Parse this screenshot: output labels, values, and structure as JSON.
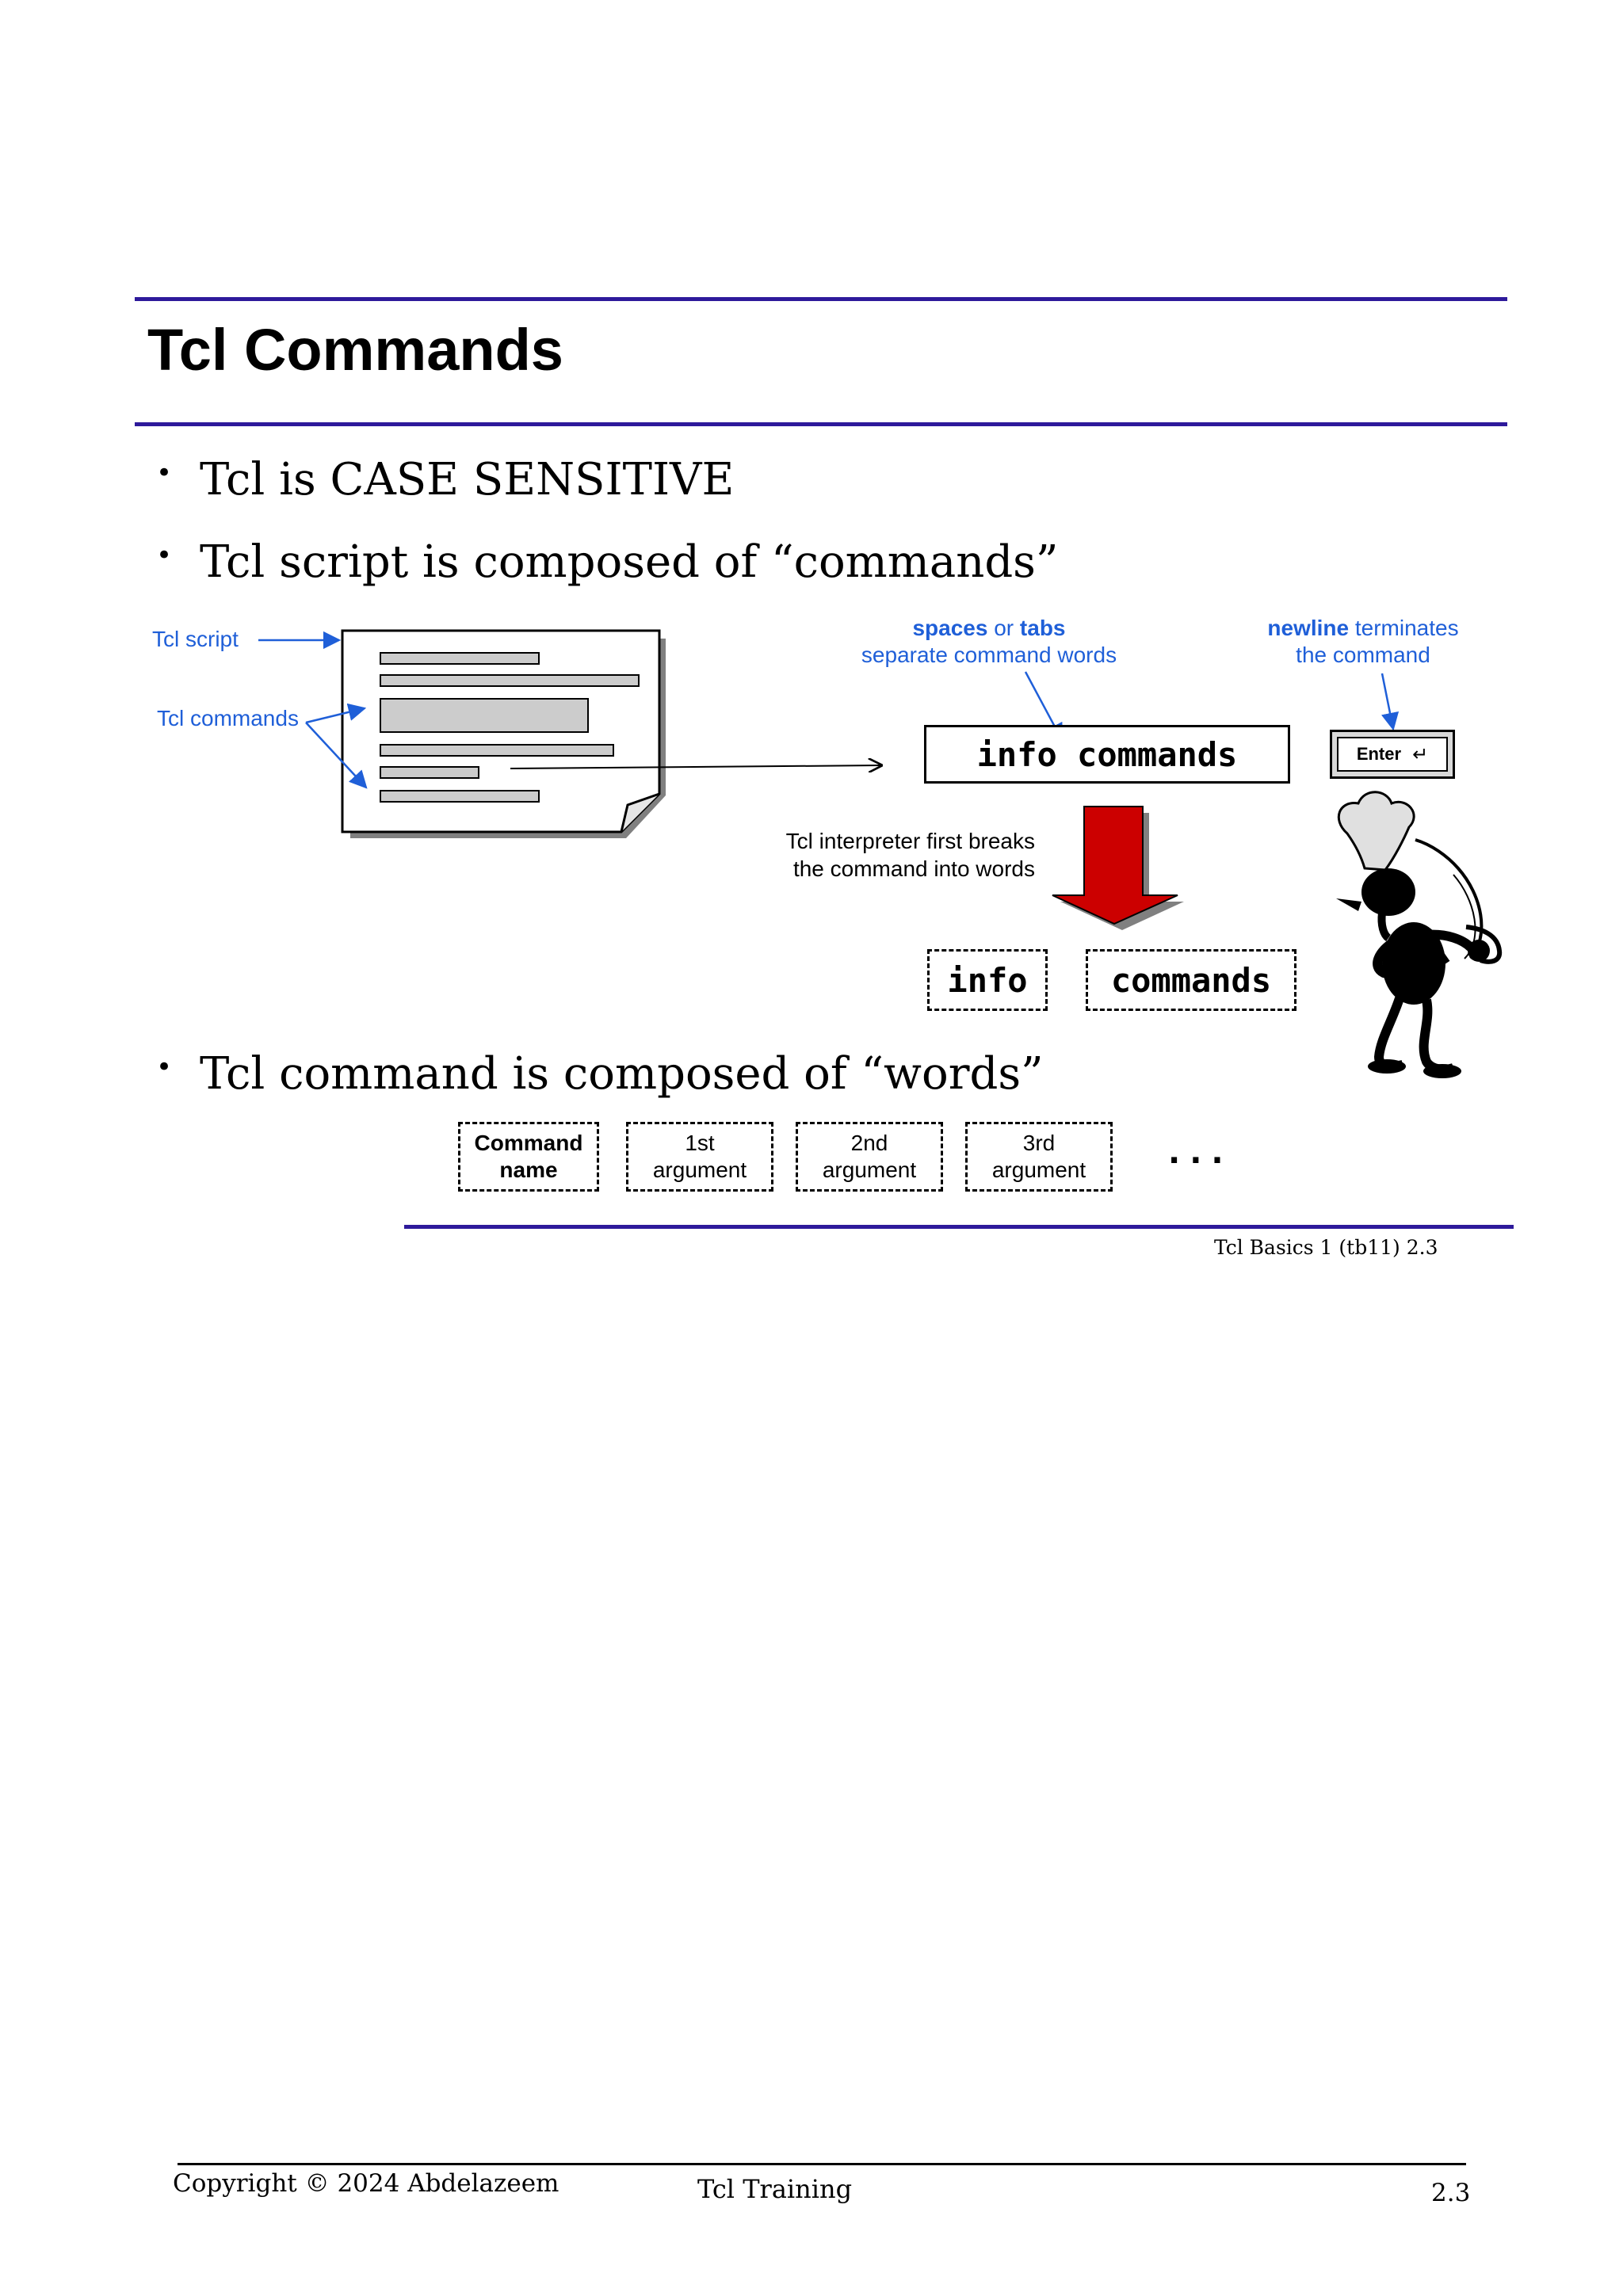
{
  "slide": {
    "title": "Tcl Commands",
    "bullets": [
      "Tcl is CASE SENSITIVE",
      "Tcl script is composed of “commands”",
      "Tcl command is composed of “words”"
    ],
    "slide_ref": "Tcl Basics 1  (tb11)  2.3"
  },
  "diagram": {
    "label_tcl_script": "Tcl script",
    "label_tcl_commands": "Tcl commands",
    "spaces_label": {
      "bold1": "spaces",
      "mid": " or ",
      "bold2": "tabs",
      "line2": "separate command words"
    },
    "newline_label": {
      "bold": "newline",
      "rest": " terminates",
      "line2": "the command"
    },
    "command_text": "info commands",
    "enter_key": "Enter",
    "enter_symbol": "↵",
    "interpreter_note": {
      "line1": "Tcl interpreter first breaks",
      "line2": "the command into words"
    },
    "words": [
      "info",
      "commands"
    ],
    "arguments": [
      {
        "line1": "Command",
        "line2": "name"
      },
      {
        "line1": "1st",
        "line2": "argument"
      },
      {
        "line1": "2nd",
        "line2": "argument"
      },
      {
        "line1": "3rd",
        "line2": "argument"
      }
    ],
    "ellipsis": "...",
    "colors": {
      "rule": "#2e1a9b",
      "label_blue": "#1f5fd8",
      "arrow_red": "#cc0000"
    }
  },
  "footer": {
    "copyright": "Copyright © 2024 Abdelazeem",
    "center": "Tcl Training",
    "page": "2.3"
  }
}
